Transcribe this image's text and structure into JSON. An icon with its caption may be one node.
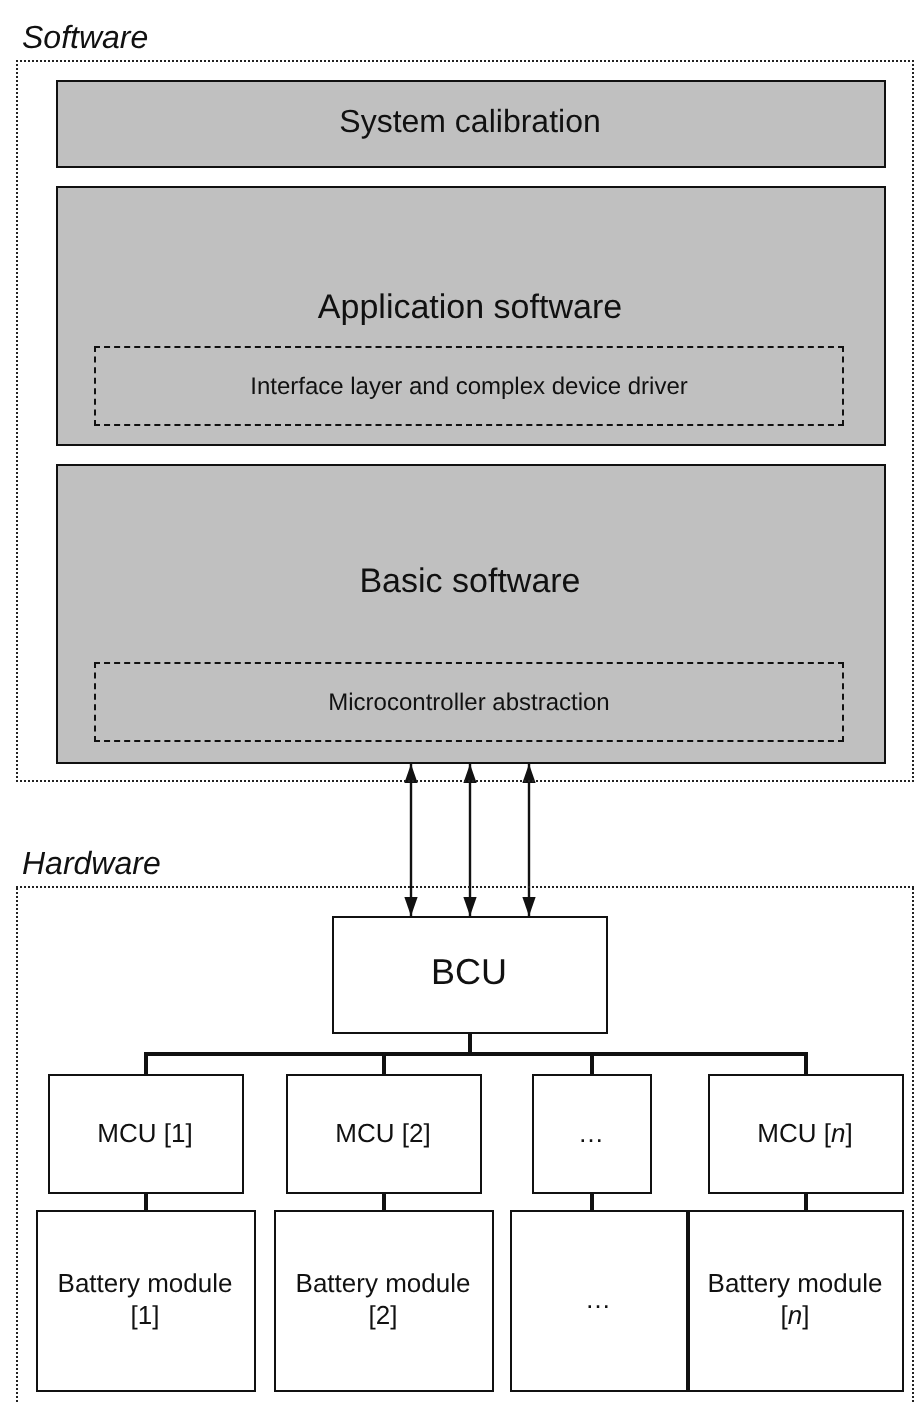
{
  "diagram": {
    "nodes": [
      {
        "text": [
          "Software"
        ]
      },
      {
        "text": [
          "System calibration"
        ],
        "in": 0
      },
      {
        "text": [
          "Application software"
        ],
        "in": 0
      },
      {
        "text": [
          "Interface layer and complex device driver"
        ],
        "in": 2
      },
      {
        "text": [
          "Basic software"
        ],
        "in": 0
      },
      {
        "text": [
          "Microcontroller abstraction"
        ],
        "in": 4
      },
      {
        "text": [
          "Hardware"
        ]
      },
      {
        "text": [
          "BCU"
        ],
        "in": 6
      },
      {
        "text": [
          "MCU [1]"
        ],
        "in": 6
      },
      {
        "text": [
          "MCU [2]"
        ],
        "in": 6
      },
      {
        "text": [
          "…"
        ],
        "in": 6
      },
      {
        "text": [
          "MCU [*n*]"
        ],
        "in": 6
      },
      {
        "text": [
          "Battery module [1]"
        ],
        "in": 6
      },
      {
        "text": [
          "Battery module [2]"
        ],
        "in": 6
      },
      {
        "text": [
          "…"
        ],
        "in": 6
      },
      {
        "text": [
          "Battery module [*n*]"
        ],
        "in": 6
      }
    ],
    "edges": [
      {
        "from": 4,
        "to": 7,
        "arrow": "both"
      },
      {
        "from": 4,
        "to": 7,
        "arrow": "both"
      },
      {
        "from": 4,
        "to": 7,
        "arrow": "both"
      },
      {
        "from": 7,
        "to": 8,
        "arrow": "none"
      },
      {
        "from": 7,
        "to": 9,
        "arrow": "none"
      },
      {
        "from": 7,
        "to": 10,
        "arrow": "none"
      },
      {
        "from": 7,
        "to": 11,
        "arrow": "none"
      },
      {
        "from": 8,
        "to": 12,
        "arrow": "none"
      },
      {
        "from": 9,
        "to": 13,
        "arrow": "none"
      },
      {
        "from": 10,
        "to": 14,
        "arrow": "none"
      },
      {
        "from": 11,
        "to": 15,
        "arrow": "none"
      }
    ]
  }
}
